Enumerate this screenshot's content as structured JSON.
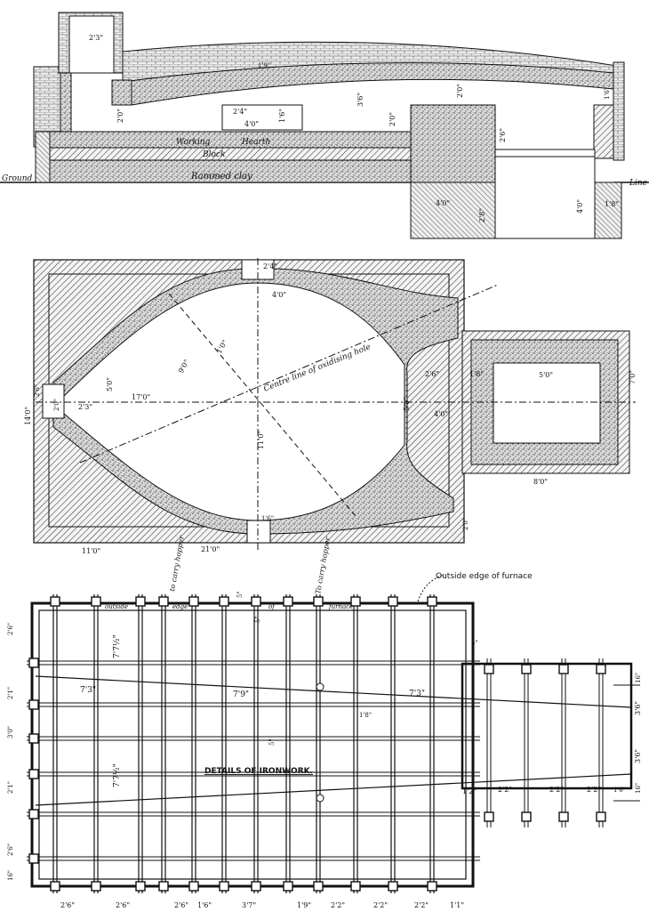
{
  "elevation": {
    "labels": {
      "ground": "Ground",
      "line": "Line",
      "working": "Working",
      "hearth": "Hearth",
      "block": "Block",
      "rammed_clay": "Rammed  clay"
    },
    "dims": {
      "chimney_width": "2'3\"",
      "arch_gap": "1'9\"",
      "bed_height": "2'0\"",
      "opening_height": "1'6\"",
      "hearth_depth": "3'6\"",
      "right_height": "2'0\"",
      "mid_width_a": "2'4\"",
      "mid_width_b": "4'0\"",
      "box_width": "4'0\"",
      "box_depth": "2'8\"",
      "right_depth": "4'0\"",
      "right_depth_b": "2'6\"",
      "end_width": "1'8\"",
      "slot": "1'6\""
    }
  },
  "plan": {
    "labels": {
      "centre_line": "Centre line of oxidising hole"
    },
    "dims": {
      "top_opening": "2'4\"",
      "throat": "4'0\"",
      "diag_a": "9'0\"",
      "diag_b": "1'0\"",
      "length_17": "17'0\"",
      "width_5": "5'0\"",
      "left_box_a": "2'6\"",
      "left_box_b": "2'0\"",
      "left_box_c": "2'3\"",
      "left_width": "14'0\"",
      "center_height": "11'0\"",
      "right_width_5": "5'0\"",
      "right_a": "2'6\"",
      "right_b": "1'8\"",
      "right_c": "4'0\"",
      "box_width": "5'0\"",
      "box_side": "7'0\"",
      "box_depth": "8'0\"",
      "bottom_left": "11'0\"",
      "bottom_total": "21'0\"",
      "bottom_opening": "1'6\"",
      "side_right": "2'0\""
    }
  },
  "ironwork": {
    "title": "DETAILS OF IRONWORK.",
    "labels": {
      "outside_edge": "Outside edge of furnace",
      "carry_hopper_1": "to carry hopper",
      "carry_hopper_2": "To carry hopper",
      "outside_inline": "outside",
      "edge_inline": "edge",
      "of_inline": "of",
      "furnace_inline": "furnace"
    },
    "dims": {
      "h_left": "7'3\"",
      "h_mid": "7'9\"",
      "h_right": "7'3\"",
      "v_upper": "7'7½\"",
      "v_lower": "7'7½\"",
      "mid_5": "5\"",
      "small_5a": "5\"",
      "small_5b": "5\"",
      "small_5c": "5\"",
      "rod_18": "1'8\"",
      "ext_a": "2'2\"",
      "ext_b": "2'2\"",
      "ext_c": "2'2\"",
      "ext_end": "1'6\"",
      "ext_12": "1'2\"",
      "right_16a": "16\"",
      "right_36a": "3'6\"",
      "right_36b": "3'6\"",
      "right_16b": "16\"",
      "left_26a": "2'6\"",
      "left_21a": "2'1\"",
      "left_30": "3'0\"",
      "left_21b": "2'1\"",
      "left_26b": "2'6\"",
      "left_16": "16\"",
      "bottom_26a": "2'6\"",
      "bottom_26b": "2'6\"",
      "bottom_26c": "2'6\"",
      "bottom_16": "1'6\"",
      "bottom_37": "3'7\"",
      "bottom_19": "1'9\"",
      "bottom_22a": "2'2\"",
      "bottom_22b": "2'2\"",
      "bottom_22c": "2'2\"",
      "bottom_end": "1'1\""
    }
  },
  "colors": {
    "ink": "#111111",
    "paper": "#ffffff",
    "brick": "#d8d8d8",
    "stipple": "#b9b9b9"
  }
}
